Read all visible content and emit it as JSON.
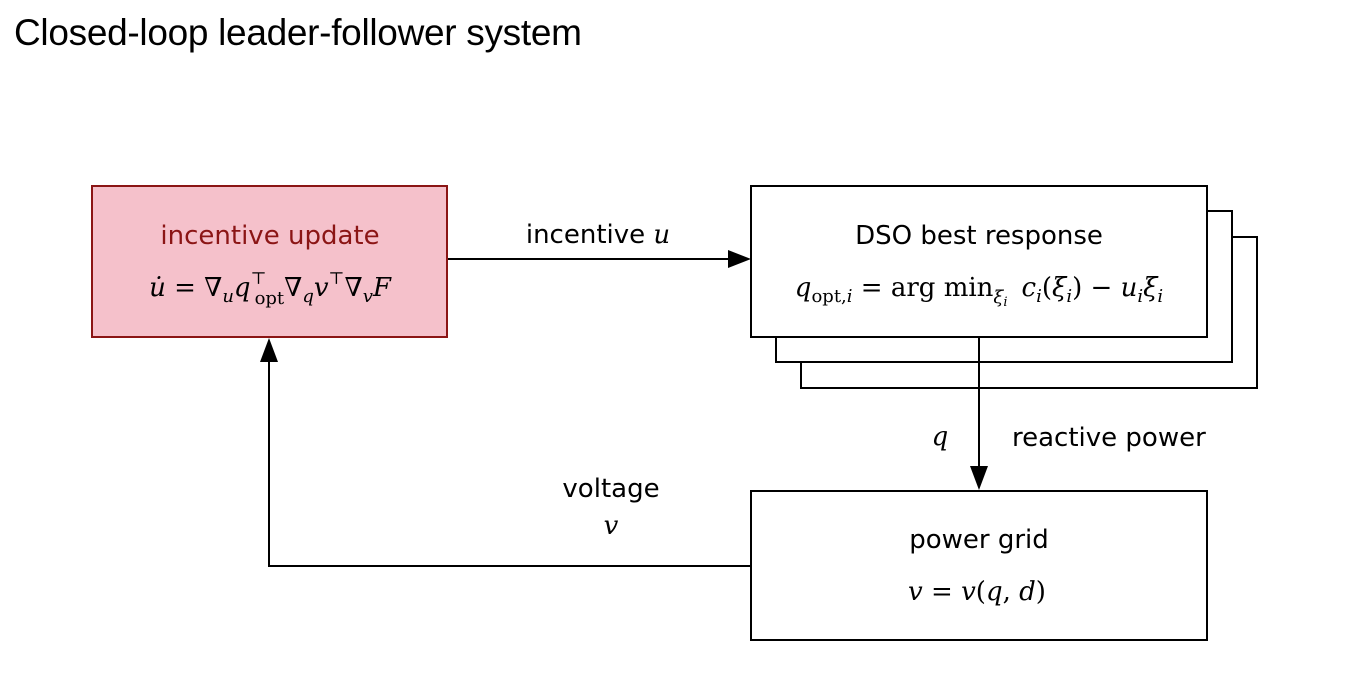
{
  "title": "Closed-loop leader-follower system",
  "colors": {
    "leader_fill": "#f5c1cb",
    "leader_stroke": "#8b1515",
    "leader_text": "#8b1515",
    "box_stroke": "#000000",
    "box_fill": "#ffffff",
    "edge_color": "#000000"
  },
  "nodes": {
    "incentive_update": {
      "label": "incentive update",
      "equation": {
        "lhs": "u̇",
        "eq": " = ",
        "nabla1": "∇",
        "sub_u": "u",
        "q": "q",
        "sup_T1": "⊤",
        "sub_opt": "opt",
        "nabla2": "∇",
        "sub_q": "q",
        "v": "v",
        "sup_T2": "⊤",
        "nabla3": "∇",
        "sub_v": "v",
        "F": "F"
      }
    },
    "dso_best_response": {
      "label": "DSO best response",
      "stacked_copies": 3,
      "equation": {
        "q": "q",
        "sub_opt_i": "opt,",
        "sub_i_a": "i",
        "eq": " = arg min",
        "sub_xi": "ξ",
        "sub_xi_i": "i",
        "c": "c",
        "sub_c_i": "i",
        "paren_open": "(",
        "xi": "ξ",
        "sub_xi2_i": "i",
        "paren_close": ")",
        "minus": " − ",
        "u": "u",
        "sub_u_i": "i",
        "xi3": "ξ",
        "sub_xi3_i": "i"
      }
    },
    "power_grid": {
      "label": "power grid",
      "equation": {
        "v": "v",
        "eq": " = ",
        "v2": "v",
        "open": "(",
        "q": "q",
        "comma": ", ",
        "d": "d",
        "close": ")"
      }
    }
  },
  "edges": {
    "incentive": {
      "text": "incentive ",
      "symbol": "u",
      "from": "incentive_update",
      "to": "dso_best_response"
    },
    "reactive_power": {
      "text": "reactive power",
      "symbol": "q",
      "from": "dso_best_response",
      "to": "power_grid"
    },
    "voltage": {
      "text": "voltage",
      "symbol": "v",
      "from": "power_grid",
      "to": "incentive_update"
    }
  }
}
